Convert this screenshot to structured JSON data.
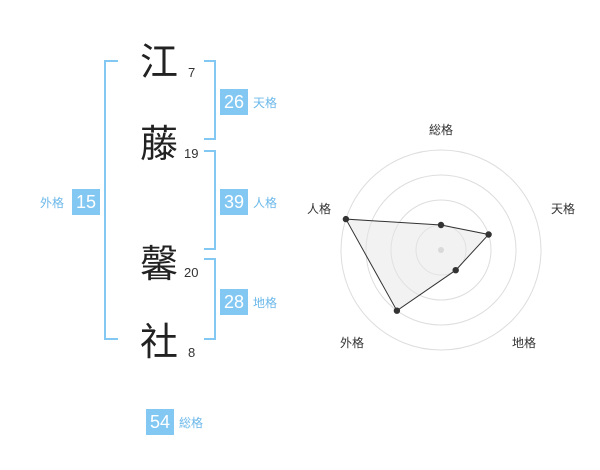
{
  "name": {
    "characters": [
      {
        "char": "江",
        "strokes": "7"
      },
      {
        "char": "藤",
        "strokes": "19"
      },
      {
        "char": "馨",
        "strokes": "20"
      },
      {
        "char": "社",
        "strokes": "8"
      }
    ]
  },
  "scores": {
    "tenkaku": {
      "value": "26",
      "label": "天格"
    },
    "jinkaku": {
      "value": "39",
      "label": "人格"
    },
    "chikaku": {
      "value": "28",
      "label": "地格"
    },
    "gaikaku": {
      "value": "15",
      "label": "外格"
    },
    "soukaku": {
      "value": "54",
      "label": "総格"
    }
  },
  "colors": {
    "accent": "#82c8f3",
    "label": "#6bb8ea"
  },
  "chart_data": {
    "type": "radar",
    "axes": [
      "総格",
      "天格",
      "地格",
      "外格",
      "人格"
    ],
    "values": [
      1,
      2,
      1,
      3,
      4
    ],
    "range": [
      0,
      4
    ],
    "rings": 4,
    "legend": "none"
  }
}
